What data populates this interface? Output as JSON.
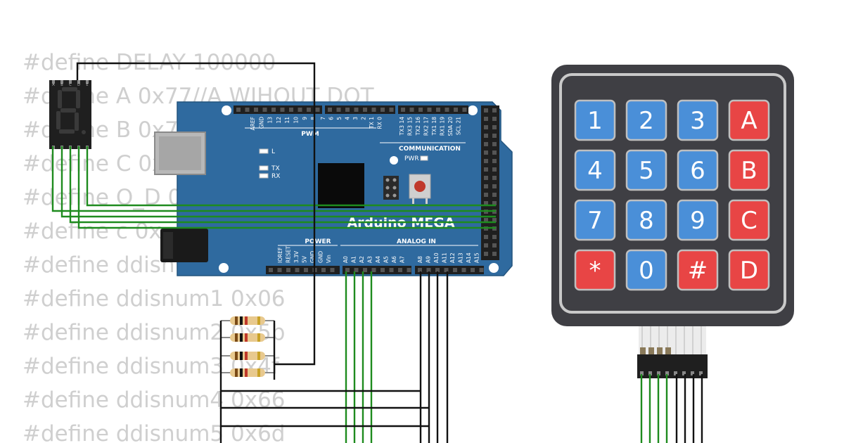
{
  "code_lines": [
    "#define DELAY 100000",
    "#define A 0x77//A WIHOUT DOT",
    "#define B 0x7f",
    "#define C 0x",
    "#define O_D 0x",
    "#define  c 0x",
    "#define ddisnu",
    "#define ddisnum1 0x06",
    "#define ddisnum2 0x5b",
    "#define ddisnum3 0x4f",
    "#define ddisnum4 0x66",
    "#define ddisnum5 0x6d"
  ],
  "board": {
    "title": "Arduino MEGA",
    "pwm_label": "PWM",
    "communication_label": "COMMUNICATION",
    "power_label": "POWER",
    "analog_label": "ANALOG IN",
    "pwr_label": "PWR",
    "led_l": "L",
    "led_tx": "TX",
    "led_rx": "RX",
    "top_pins_left": [
      "AREF",
      "GND",
      "13",
      "12",
      "11",
      "10",
      "9",
      "8"
    ],
    "top_pins_mid": [
      "7",
      "6",
      "5",
      "4",
      "3",
      "2",
      "TX 1",
      "RX 0"
    ],
    "top_pins_comm": [
      "TX3 14",
      "RX3 15",
      "TX2 16",
      "RX2 17",
      "TX1 18",
      "RX1 19",
      "SDA 20",
      "SCL 21"
    ],
    "power_pins": [
      "IOREF",
      "RESET",
      "3.3V",
      "5V",
      "GND",
      "GND",
      "Vin"
    ],
    "analog_pins_a": [
      "A0",
      "A1",
      "A2",
      "A3",
      "A4",
      "A5",
      "A6",
      "A7"
    ],
    "analog_pins_b": [
      "A8",
      "A9",
      "A10",
      "A11",
      "A12",
      "A13",
      "A14",
      "A15"
    ]
  },
  "keypad": {
    "keys": [
      {
        "label": "1",
        "kind": "digit"
      },
      {
        "label": "2",
        "kind": "digit"
      },
      {
        "label": "3",
        "kind": "digit"
      },
      {
        "label": "A",
        "kind": "letter"
      },
      {
        "label": "4",
        "kind": "digit"
      },
      {
        "label": "5",
        "kind": "digit"
      },
      {
        "label": "6",
        "kind": "digit"
      },
      {
        "label": "B",
        "kind": "letter"
      },
      {
        "label": "7",
        "kind": "digit"
      },
      {
        "label": "8",
        "kind": "digit"
      },
      {
        "label": "9",
        "kind": "digit"
      },
      {
        "label": "C",
        "kind": "letter"
      },
      {
        "label": "*",
        "kind": "symbol"
      },
      {
        "label": "0",
        "kind": "digit"
      },
      {
        "label": "#",
        "kind": "symbol"
      },
      {
        "label": "D",
        "kind": "letter"
      }
    ]
  },
  "display": {
    "segment_labels": [
      "A",
      "B",
      "C",
      "D",
      "E"
    ]
  },
  "colors": {
    "board_blue": "#2f6a9f",
    "key_blue": "#4a8fd8",
    "key_red": "#e84545",
    "keypad_body": "#3f3f44",
    "wire_green": "#1e8b1e",
    "wire_black": "#111111",
    "code_gray": "#cfcfcf"
  }
}
